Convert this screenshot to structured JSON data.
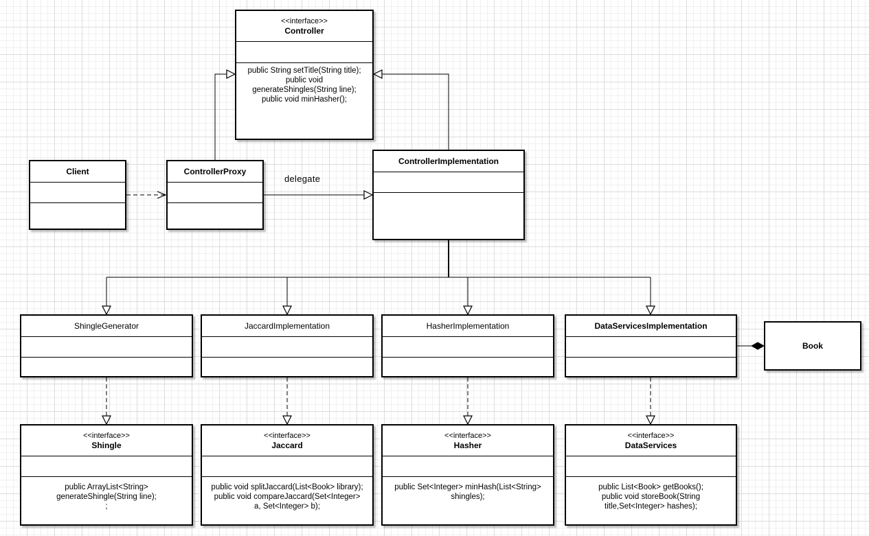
{
  "diagram": {
    "classes": {
      "controller": {
        "stereotype": "<<interface>>",
        "name": "Controller",
        "operations": "public String setTitle(String title);\npublic void\ngenerateShingles(String line);\npublic void minHasher();"
      },
      "client": {
        "name": "Client"
      },
      "controller_proxy": {
        "name": "ControllerProxy"
      },
      "controller_impl": {
        "name": "ControllerImplementation"
      },
      "shingle_generator": {
        "name": "ShingleGenerator"
      },
      "jaccard_impl": {
        "name": "JaccardImplementation"
      },
      "hasher_impl": {
        "name": "HasherImplementation"
      },
      "data_services_impl": {
        "name": "DataServicesImplementation"
      },
      "book": {
        "name": "Book"
      },
      "shingle": {
        "stereotype": "<<interface>>",
        "name": "Shingle",
        "operations": "public ArrayList<String>\ngenerateShingle(String line);\n;"
      },
      "jaccard": {
        "stereotype": "<<interface>>",
        "name": "Jaccard",
        "operations": "public void splitJaccard(List<Book> library);\npublic void compareJaccard(Set<Integer>\na, Set<Integer> b);"
      },
      "hasher": {
        "stereotype": "<<interface>>",
        "name": "Hasher",
        "operations": "public Set<Integer> minHash(List<String>\nshingles);"
      },
      "data_services": {
        "stereotype": "<<interface>>",
        "name": "DataServices",
        "operations": "public List<Book> getBooks();\npublic void storeBook(String\ntitle,Set<Integer> hashes);"
      }
    },
    "labels": {
      "delegate": "delegate"
    }
  }
}
